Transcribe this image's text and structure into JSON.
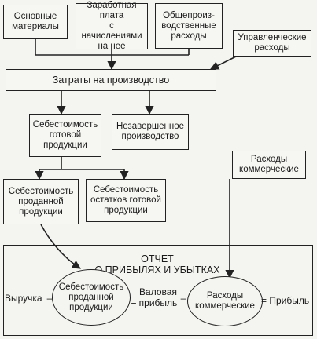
{
  "boxes": {
    "basic_materials": "Основные\nматериалы",
    "salary": "Заработная\nплата\nс начислениями\nна нее",
    "overhead": "Общепроиз-\nводственные\nрасходы",
    "management": "Управленческие\nрасходы",
    "production_costs": "Затраты на производство",
    "finished_cost": "Себестоимость\nготовой\nпродукции",
    "wip": "Незавершенное\nпроизводство",
    "commercial": "Расходы\nкоммерческие",
    "sold_cost": "Себестоимость\nпроданной\nпродукции",
    "remaining_cost": "Себестоимость\nостатков готовой\nпродукции"
  },
  "report": {
    "title": "ОТЧЕТ\nО ПРИБЫЛЯХ  И  УБЫТКАХ",
    "revenue": "Выручка",
    "minus1": "–",
    "ellipse_cost": "Себестоимость\nпроданной\nпродукции",
    "equals1": "=",
    "gross_profit": "Валовая\nприбыль",
    "minus2": "–",
    "ellipse_commercial": "Расходы\nкоммерческие",
    "equals_profit": "= Прибыль"
  }
}
